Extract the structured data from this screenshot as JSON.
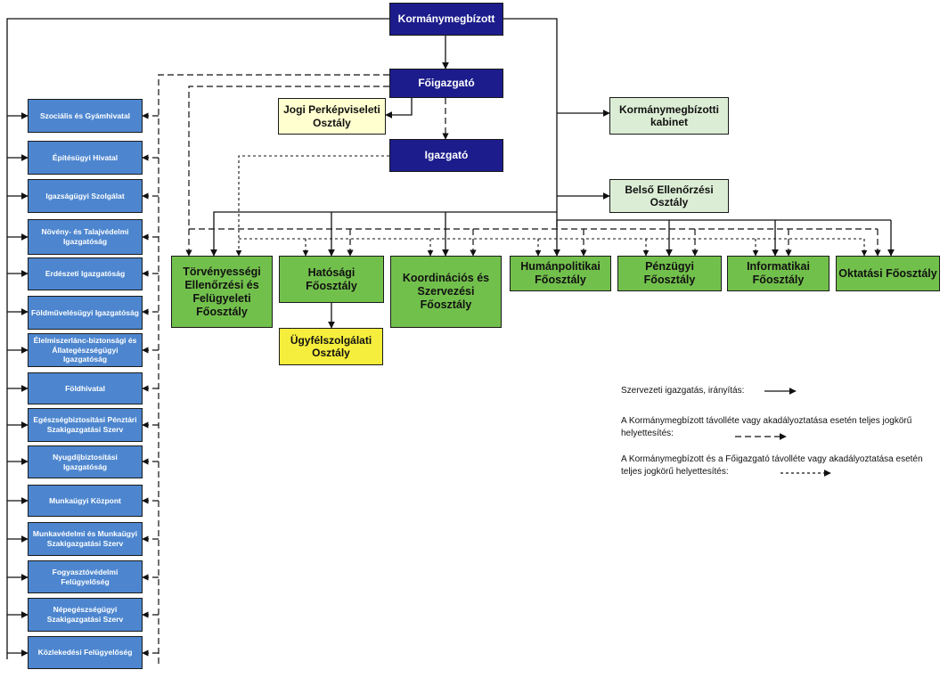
{
  "top": {
    "kormanymegbizott": "Kormánymegbízott",
    "foigazgato": "Főigazgató",
    "igazgato": "Igazgató"
  },
  "side_boxes": {
    "jogi": "Jogi Perképviseleti Osztály",
    "kabinet": "Kormánymegbízotti kabinet",
    "belso": "Belső Ellenőrzési Osztály"
  },
  "departments": [
    "Törvényességi Ellenőrzési és Felügyeleti Főosztály",
    "Hatósági Főosztály",
    "Koordinációs és Szervezési Főosztály",
    "Humánpolitikai Főosztály",
    "Pénzügyi Főosztály",
    "Informatikai Főosztály",
    "Oktatási Főosztály"
  ],
  "ugyfelszolgalati": "Ügyfélszolgálati Osztály",
  "offices": [
    "Szociális és Gyámhivatal",
    "Építésügyi Hivatal",
    "Igazságügyi Szolgálat",
    "Növény- és Talajvédelmi Igazgatóság",
    "Erdészeti Igazgatóság",
    "Földművelésügyi Igazgatóság",
    "Élelmiszerlánc-biztonsági és Állategészségügyi Igazgatóság",
    "Földhivatal",
    "Egészségbiztosítási Pénztári Szakigazgatási Szerv",
    "Nyugdíjbiztosítási Igazgatóság",
    "Munkaügyi Központ",
    "Munkavédelmi és Munkaügyi Szakigazgatási Szerv",
    "Fogyasztóvédelmi Felügyelőség",
    "Népegészségügyi Szakigazgatási Szerv",
    "Közlekedési Felügyelőség"
  ],
  "legend": {
    "solid": "Szervezeti igazgatás, irányítás:",
    "dashed": "A Kormánymegbízott távolléte vagy akadályoztatása esetén teljes jogkörű helyettesítés:",
    "dotted": "A Kormánymegbízott és a Főigazgató távolléte vagy akadályoztatása esetén teljes jogkörű helyettesítés:"
  },
  "colors": {
    "navy": "#1c1c8c",
    "office_blue": "#4d86cf",
    "department_green": "#72c04c",
    "light_green": "#dcedd5",
    "cream": "#ffffd0",
    "yellow": "#f6ee3c"
  }
}
